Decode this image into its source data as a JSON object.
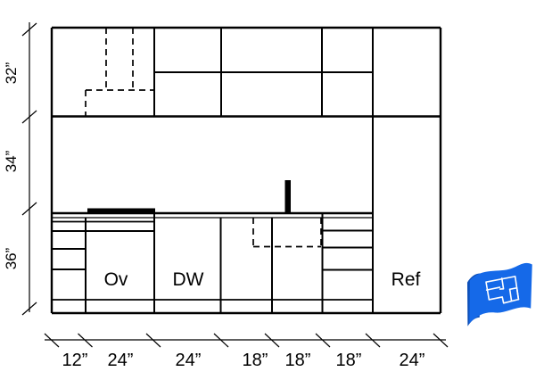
{
  "colors": {
    "line": "#000000",
    "background": "#ffffff",
    "logo_blue": "#1569e8",
    "logo_blue_dark": "#0d4fb8"
  },
  "appliance_labels": {
    "oven": "Ov",
    "dishwasher": "DW",
    "refrigerator": "Ref"
  },
  "height_dimensions": [
    "32”",
    "34”",
    "36”"
  ],
  "width_dimensions": [
    "12”",
    "24”",
    "24”",
    "18”",
    "18”",
    "18”",
    "24”"
  ],
  "icons": {
    "logo": "blueprint-map-icon"
  }
}
